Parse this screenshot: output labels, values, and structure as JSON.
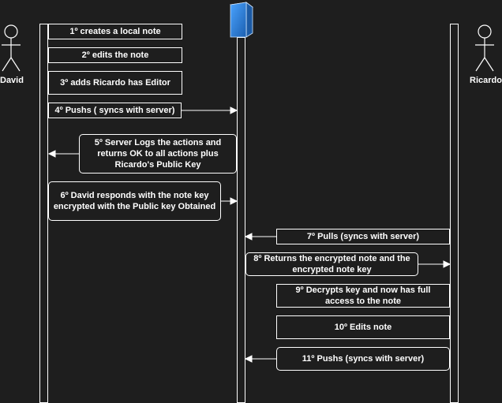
{
  "colors": {
    "background": "#1e1e1e",
    "stroke": "#ffffff",
    "server_blue": "#2f7fd6"
  },
  "actors": {
    "david": {
      "label": "David",
      "icon": "stick-figure-icon"
    },
    "server": {
      "icon": "server-icon"
    },
    "ricardo": {
      "label": "Ricardo",
      "icon": "stick-figure-icon"
    }
  },
  "messages": [
    {
      "step": 1,
      "text": "1º creates a local note"
    },
    {
      "step": 2,
      "text": "2º edits the note"
    },
    {
      "step": 3,
      "text": "3º adds Ricardo has Editor"
    },
    {
      "step": 4,
      "text": "4º Pushs ( syncs with server)"
    },
    {
      "step": 5,
      "text": "5º Server Logs the actions and returns OK to all actions plus Ricardo's Public Key"
    },
    {
      "step": 6,
      "text": "6º David responds with the note key encrypted with the Public key Obtained"
    },
    {
      "step": 7,
      "text": "7º Pulls (syncs with server)"
    },
    {
      "step": 8,
      "text": "8º Returns the encrypted note and the encrypted note key"
    },
    {
      "step": 9,
      "text": "9º Decrypts key and now has full access to the note"
    },
    {
      "step": 10,
      "text": "10º Edits note"
    },
    {
      "step": 11,
      "text": "11º Pushs (syncs with server)"
    }
  ]
}
